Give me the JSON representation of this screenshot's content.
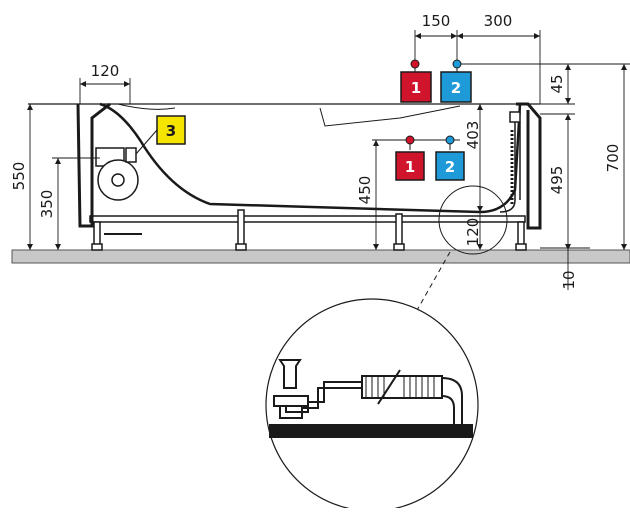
{
  "dimensions": {
    "d150": "150",
    "d300": "300",
    "d120_top": "120",
    "d45": "45",
    "d700": "700",
    "d403": "403",
    "d495": "495",
    "d550": "550",
    "d350": "350",
    "d450": "450",
    "d120_mid": "120",
    "d10": "10"
  },
  "markers": {
    "hot_label": "1",
    "cold_label": "2",
    "item3_label": "3"
  },
  "colors": {
    "hot": "#d0142c",
    "cold": "#1e9ad8",
    "item3": "#f5e400",
    "floor": "#c8c8c8",
    "line": "#1a1a1a"
  }
}
